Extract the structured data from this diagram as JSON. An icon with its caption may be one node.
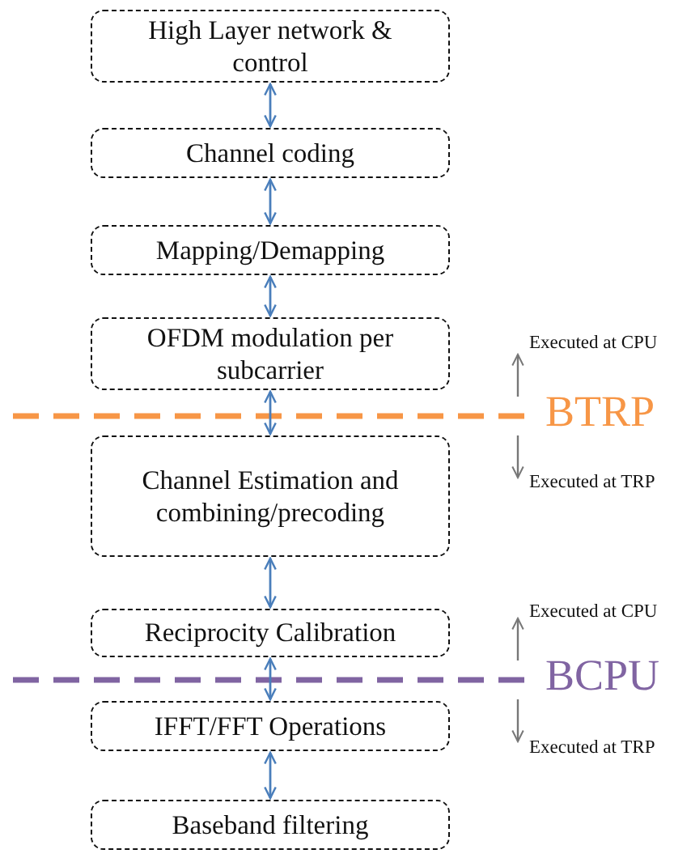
{
  "diagram": {
    "nodes": [
      {
        "text": [
          "High Layer network & control"
        ]
      },
      {
        "text": [
          "Channel coding"
        ]
      },
      {
        "text": [
          "Mapping/Demapping"
        ]
      },
      {
        "text": [
          "OFDM modulation per subcarrier"
        ]
      },
      {
        "text": [
          "Channel Estimation and combining/precoding"
        ]
      },
      {
        "text": [
          "Reciprocity Calibration"
        ]
      },
      {
        "text": [
          "IFFT/FFT Operations"
        ]
      },
      {
        "text": [
          "Baseband filtering"
        ]
      }
    ],
    "edges": [
      {
        "from": 0,
        "to": 1,
        "arrow": "both"
      },
      {
        "from": 1,
        "to": 2,
        "arrow": "both"
      },
      {
        "from": 2,
        "to": 3,
        "arrow": "both"
      },
      {
        "from": 3,
        "to": 4,
        "arrow": "both"
      },
      {
        "from": 4,
        "to": 5,
        "arrow": "both"
      },
      {
        "from": 5,
        "to": 6,
        "arrow": "both"
      },
      {
        "from": 6,
        "to": 7,
        "arrow": "both"
      }
    ],
    "labels": [
      "Executed at CPU",
      "BTRP",
      "Executed at TRP",
      "Executed at CPU",
      "BCPU",
      "Executed at TRP"
    ]
  }
}
